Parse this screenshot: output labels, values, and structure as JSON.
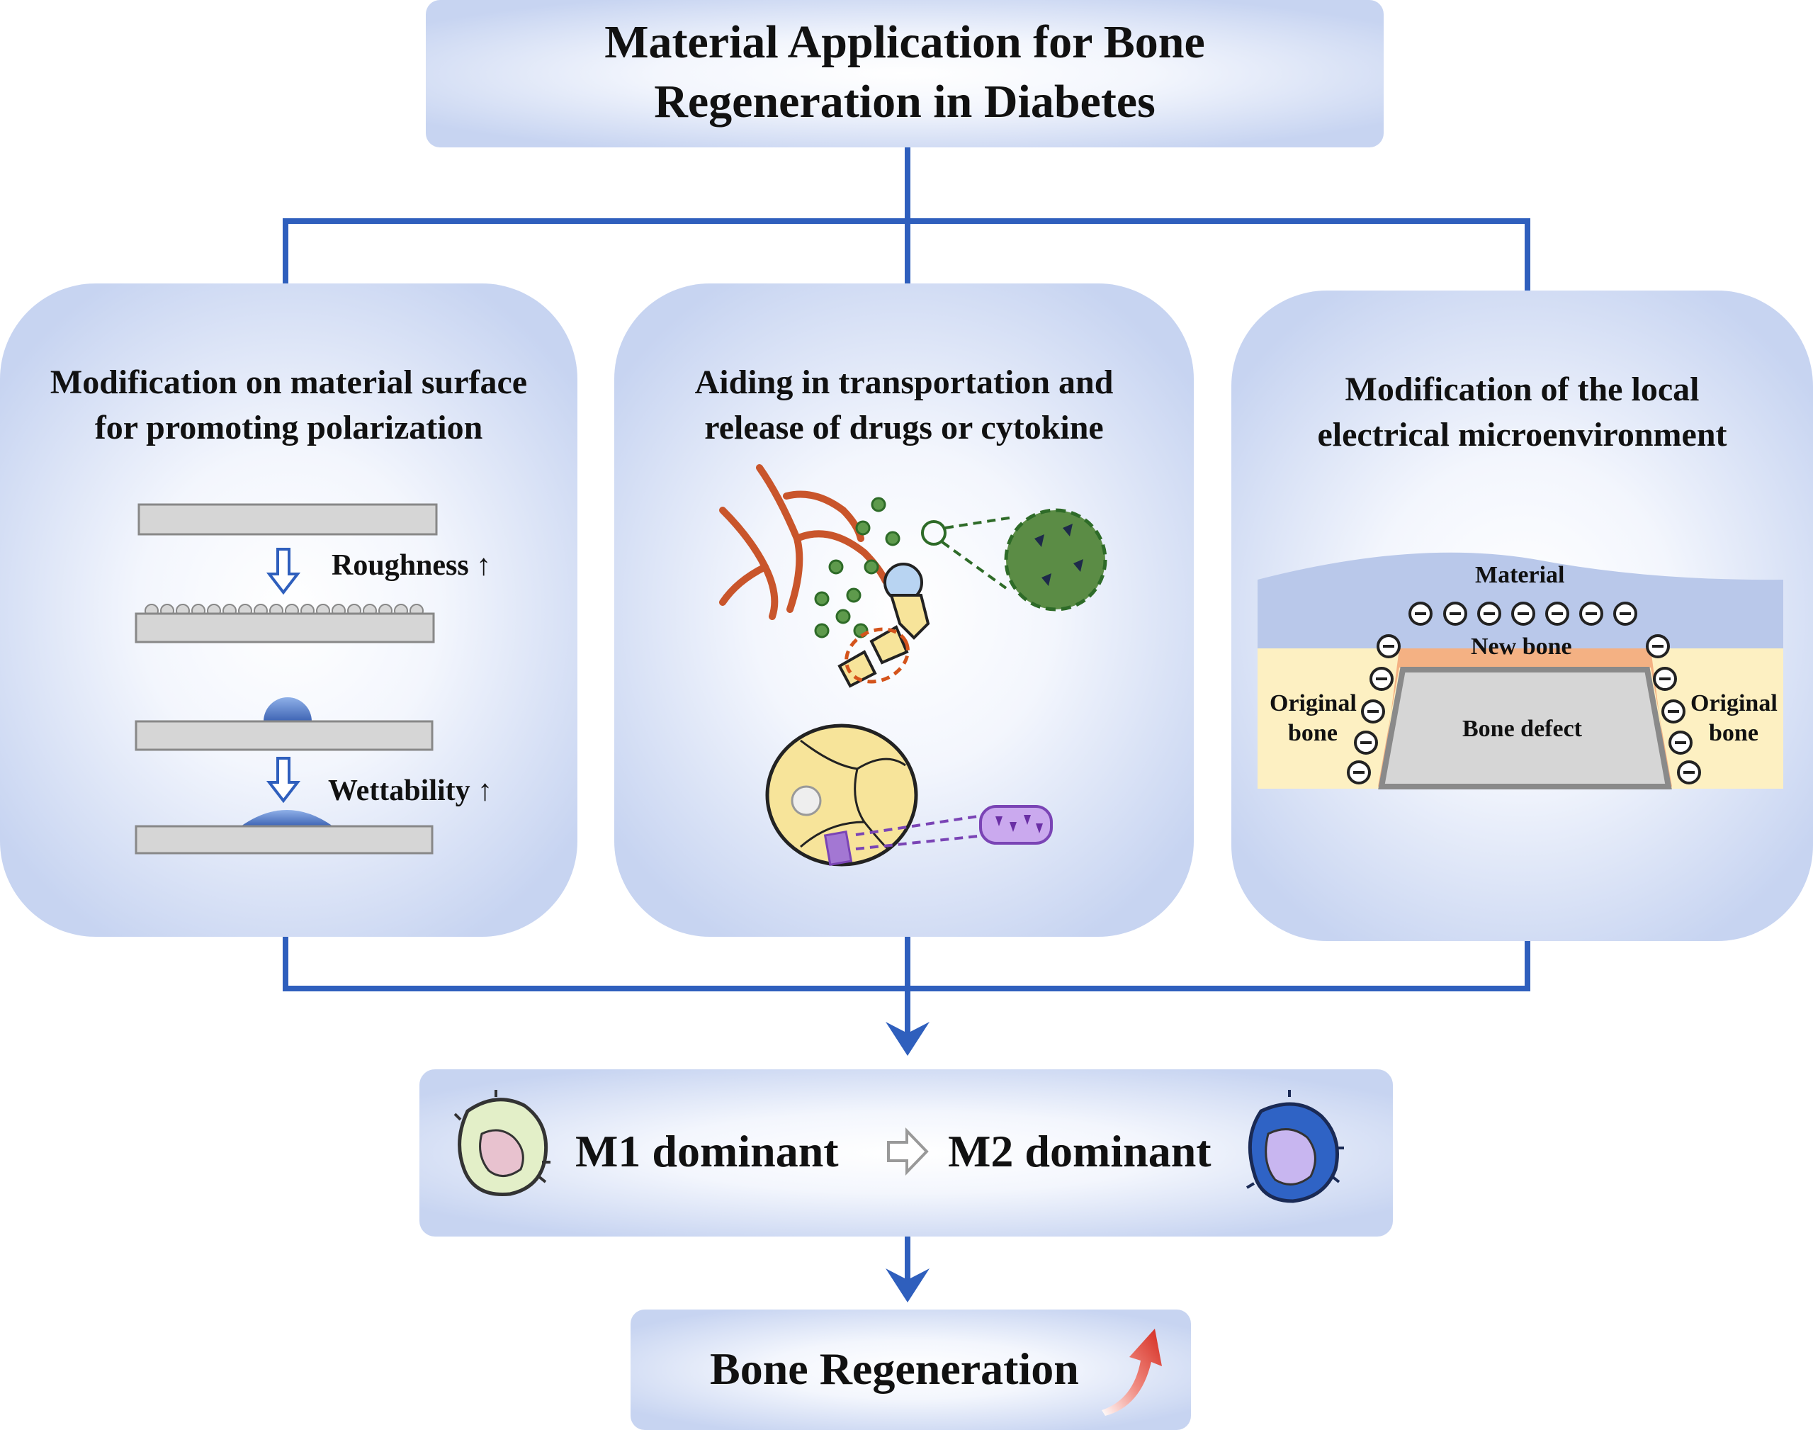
{
  "title": "Material Application for Bone\nRegeneration in Diabetes",
  "panels": [
    {
      "title": "Modification on material surface\nfor promoting polarization",
      "roughness_label": "Roughness ↑",
      "wettability_label": "Wettability ↑"
    },
    {
      "title": "Aiding in transportation and\nrelease of drugs or cytokine"
    },
    {
      "title": "Modification of the local\nelectrical microenvironment",
      "labels": {
        "material": "Material",
        "new_bone": "New bone",
        "bone_defect": "Bone defect",
        "original_bone_left_1": "Original",
        "original_bone_left_2": "bone",
        "original_bone_right_1": "Original",
        "original_bone_right_2": "bone"
      }
    }
  ],
  "polarization": {
    "from": "M1 dominant",
    "to": "M2 dominant"
  },
  "outcome": "Bone Regeneration",
  "colors": {
    "connector": "#2f5fbd",
    "box_edge": "#c7d4f1",
    "new_bone": "#f4b183",
    "original_bone": "#fdf0c2",
    "defect": "#d6d6d6",
    "material": "#b9c8ea"
  }
}
